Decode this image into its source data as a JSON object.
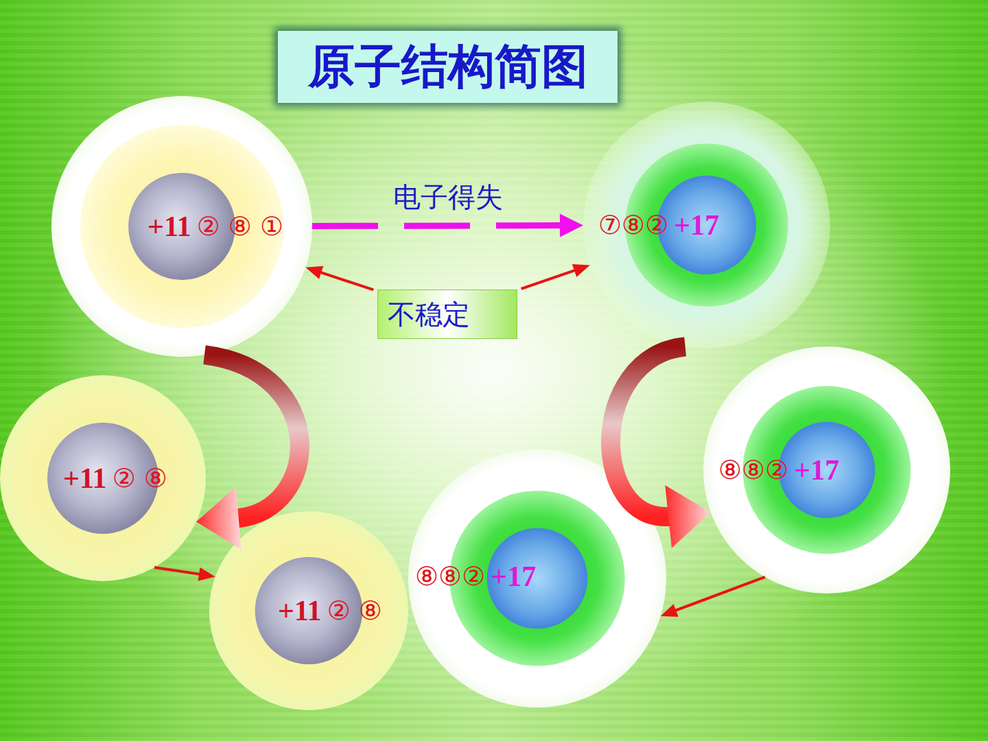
{
  "diagram": {
    "title": "原子结构简图",
    "nodes": [
      {
        "text": [
          "+11",
          "② ⑧ ①"
        ]
      },
      {
        "text": [
          "⑦⑧②",
          "+17"
        ]
      },
      {
        "text": [
          "不稳定"
        ]
      },
      {
        "text": [
          "+11",
          "② ⑧"
        ]
      },
      {
        "text": [
          "⑧⑧②",
          "+17"
        ]
      },
      {
        "text": [
          "+11",
          "② ⑧"
        ]
      },
      {
        "text": [
          "⑧⑧②",
          "+17"
        ]
      }
    ],
    "edges": [
      {
        "from": 0,
        "to": 1,
        "label": "电子得失",
        "arrow": "to"
      },
      {
        "from": 2,
        "to": 0,
        "arrow": "to"
      },
      {
        "from": 2,
        "to": 1,
        "arrow": "to"
      },
      {
        "from": 0,
        "to": 3,
        "arrow": "to"
      },
      {
        "from": 1,
        "to": 4,
        "arrow": "to"
      },
      {
        "from": 3,
        "to": 5,
        "arrow": "to"
      },
      {
        "from": 4,
        "to": 6,
        "arrow": "to"
      }
    ]
  }
}
